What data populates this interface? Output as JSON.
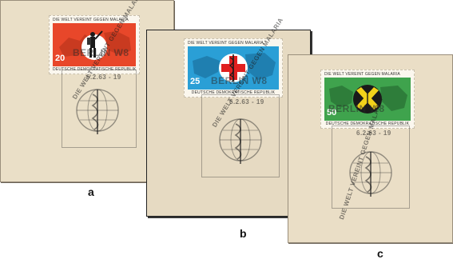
{
  "stamps": [
    {
      "id": "a",
      "top_text": "DIE WELT VEREINT GEGEN MALARIA",
      "bottom_text": "DEUTSCHE DEMOKRATISCHE REPUBLIK",
      "value": "20",
      "bg_color": "#e8472a",
      "caption": "a",
      "postmark_top": "BERLIN W8",
      "postmark_date": "6.2.63 - 19",
      "postmark_arc": "DIE WELT VEREINT GEGEN MALARIA"
    },
    {
      "id": "b",
      "top_text": "DIE WELT VEREINT GEGEN MALARIA",
      "bottom_text": "DEUTSCHE DEMOKRATISCHE REPUBLIK",
      "value": "25",
      "bg_color": "#2a9fd6",
      "caption": "b",
      "postmark_top": "BERLIN W8",
      "postmark_date": "6.2.63 - 19",
      "postmark_arc": "DIE WELT VEREINT GEGEN MALARIA"
    },
    {
      "id": "c",
      "top_text": "DIE WELT VEREINT GEGEN MALARIA",
      "bottom_text": "DEUTSCHE DEMOKRATISCHE REPUBLIK",
      "value": "50",
      "bg_color": "#3fa34d",
      "caption": "c",
      "postmark_top": "BERLIN W8",
      "postmark_date": "6.2.63 - 19",
      "postmark_arc": "DIE WELT VEREINT GEGEN MALARIA"
    }
  ],
  "colors": {
    "card": "#e8dcc4",
    "stamp_paper": "#fbf7ee",
    "red_cross": "#e02020",
    "yellow_cross": "#f2d21a"
  }
}
